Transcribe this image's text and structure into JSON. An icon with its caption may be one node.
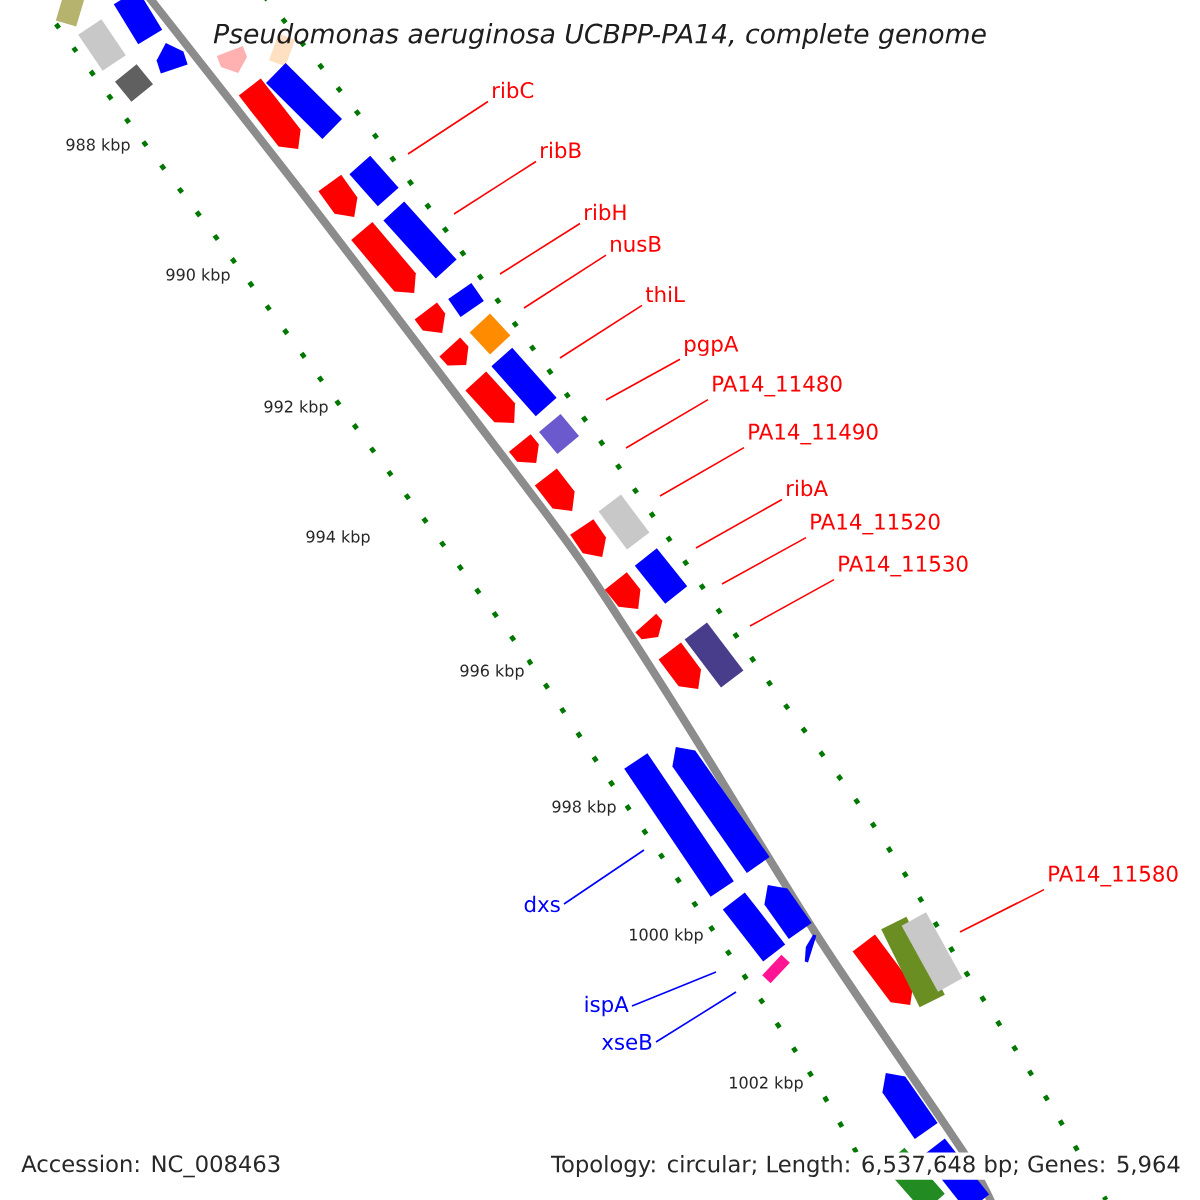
{
  "diagram": {
    "title": "Pseudomonas aeruginosa UCBPP-PA14, complete genome",
    "nodes": [
      {
        "text": [
          "ribC"
        ]
      },
      {
        "text": [
          "ribB"
        ]
      },
      {
        "text": [
          "ribH"
        ]
      },
      {
        "text": [
          "nusB"
        ]
      },
      {
        "text": [
          "thiL"
        ]
      },
      {
        "text": [
          "pgpA"
        ]
      },
      {
        "text": [
          "PA14_11480"
        ]
      },
      {
        "text": [
          "PA14_11490"
        ]
      },
      {
        "text": [
          "ribA"
        ]
      },
      {
        "text": [
          "PA14_11520"
        ]
      },
      {
        "text": [
          "PA14_11530"
        ]
      },
      {
        "text": [
          "dxs"
        ]
      },
      {
        "text": [
          "ispA"
        ]
      },
      {
        "text": [
          "xseB"
        ]
      },
      {
        "text": [
          "PA14_11580"
        ]
      }
    ],
    "edges": [
      {
        "from": 0,
        "to": null,
        "arrow": "none"
      },
      {
        "from": 1,
        "to": null,
        "arrow": "none"
      },
      {
        "from": 2,
        "to": null,
        "arrow": "none"
      },
      {
        "from": 3,
        "to": null,
        "arrow": "none"
      },
      {
        "from": 4,
        "to": null,
        "arrow": "none"
      },
      {
        "from": 5,
        "to": null,
        "arrow": "none"
      },
      {
        "from": 6,
        "to": null,
        "arrow": "none"
      },
      {
        "from": 7,
        "to": null,
        "arrow": "none"
      },
      {
        "from": 8,
        "to": null,
        "arrow": "none"
      },
      {
        "from": 9,
        "to": null,
        "arrow": "none"
      },
      {
        "from": 10,
        "to": null,
        "arrow": "none"
      },
      {
        "from": 11,
        "to": null,
        "arrow": "none",
        "color": "#0000ff"
      },
      {
        "from": 12,
        "to": null,
        "arrow": "none",
        "color": "#0000ff"
      },
      {
        "from": 13,
        "to": null,
        "arrow": "none",
        "color": "#0000ff"
      },
      {
        "from": 14,
        "to": null,
        "arrow": "none"
      }
    ],
    "labels": [
      "988 kbp",
      "990 kbp",
      "992 kbp",
      "994 kbp",
      "996 kbp",
      "998 kbp",
      "1000 kbp",
      "1002 kbp",
      "Accession: NC_008463",
      "Topology: circular; Length: 6,537,648 bp; Genes: 5,964"
    ]
  }
}
